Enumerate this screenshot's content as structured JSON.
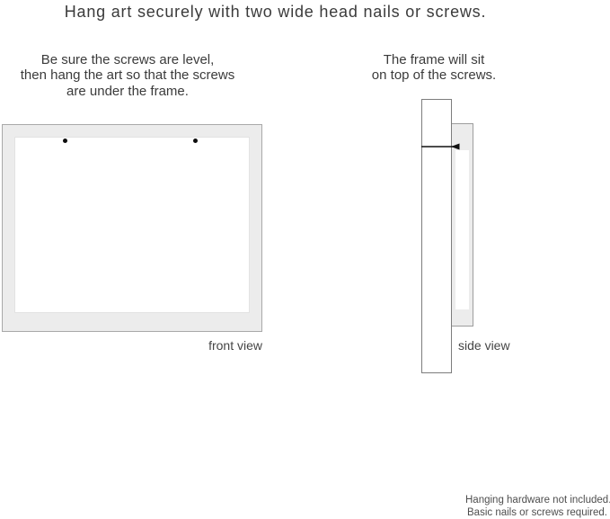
{
  "page": {
    "title": "Hang art securely with two wide head nails or screws."
  },
  "instructions": {
    "left": {
      "lines": [
        "Be sure the screws are level,",
        "then hang the art so that the screws",
        "are under the frame."
      ]
    },
    "right": {
      "lines": [
        "The frame will sit",
        "on top of the screws."
      ]
    }
  },
  "diagrams": {
    "front": {
      "label": "front view",
      "screw_count": 2
    },
    "side": {
      "label": "side view"
    }
  },
  "footnote": {
    "lines": [
      "Hanging hardware not included.",
      "Basic nails or screws required."
    ]
  },
  "colors": {
    "background": "#ffffff",
    "frame_fill": "#ececec",
    "frame_border": "#a9a9a9",
    "wall_border": "#7d7d7d",
    "nail": "#111111",
    "text": "#3b3b3b",
    "footnote_text": "#4e4e4e"
  }
}
